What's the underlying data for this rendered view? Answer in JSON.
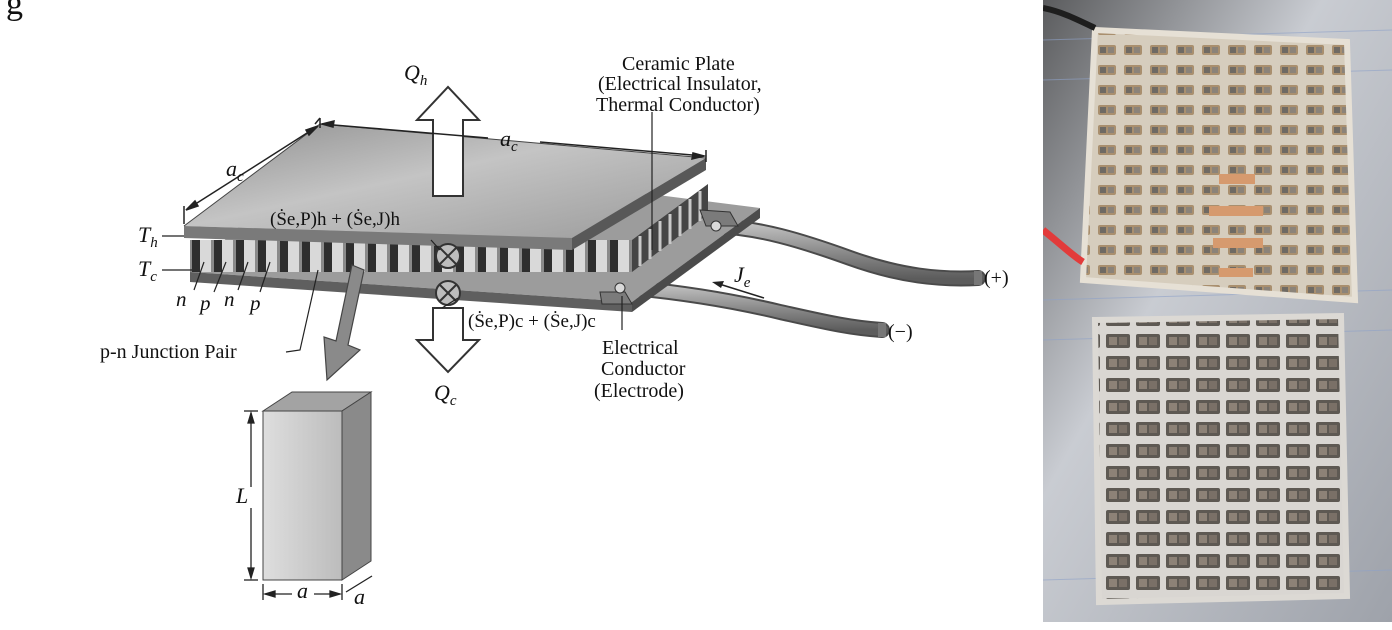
{
  "header_fragment": "g",
  "diagram": {
    "labels": {
      "q_hot": "Q",
      "q_hot_sub": "h",
      "q_cold": "Q",
      "q_cold_sub": "c",
      "ac_top": "a",
      "ac_top_sub": "c",
      "ac_side": "a",
      "ac_side_sub": "c",
      "t_hot": "T",
      "t_hot_sub": "h",
      "t_cold": "T",
      "t_cold_sub": "c",
      "entropy_hot": "(Ṡe,P)h + (Ṡe,J)h",
      "entropy_cold": "(Ṡe,P)c + (Ṡe,J)c",
      "n1": "n",
      "p1": "p",
      "n2": "n",
      "p2": "p",
      "junction_pair": "p-n Junction Pair",
      "ceramic_line1": "Ceramic Plate",
      "ceramic_line2": "(Electrical Insulator,",
      "ceramic_line3": "Thermal Conductor)",
      "conductor_line1": "Electrical",
      "conductor_line2": "Conductor",
      "conductor_line3": "(Electrode)",
      "current": "J",
      "current_sub": "e",
      "plus": "(+)",
      "minus": "(−)",
      "height": "L",
      "width": "a",
      "depth": "a"
    }
  },
  "colors": {
    "plate_top": "#a9a9a9",
    "plate_edge": "#6e6e6e",
    "legs": "#3a3a3a",
    "arrow_fill": "#ffffff",
    "block_front": "#c9c9c9",
    "block_side": "#8d8d8d",
    "block_top": "#a3a3a3",
    "photo_bg": "#8c8c8c",
    "photo_module_top": "#cfc6b6",
    "photo_module_bottom": "#6a6660"
  }
}
